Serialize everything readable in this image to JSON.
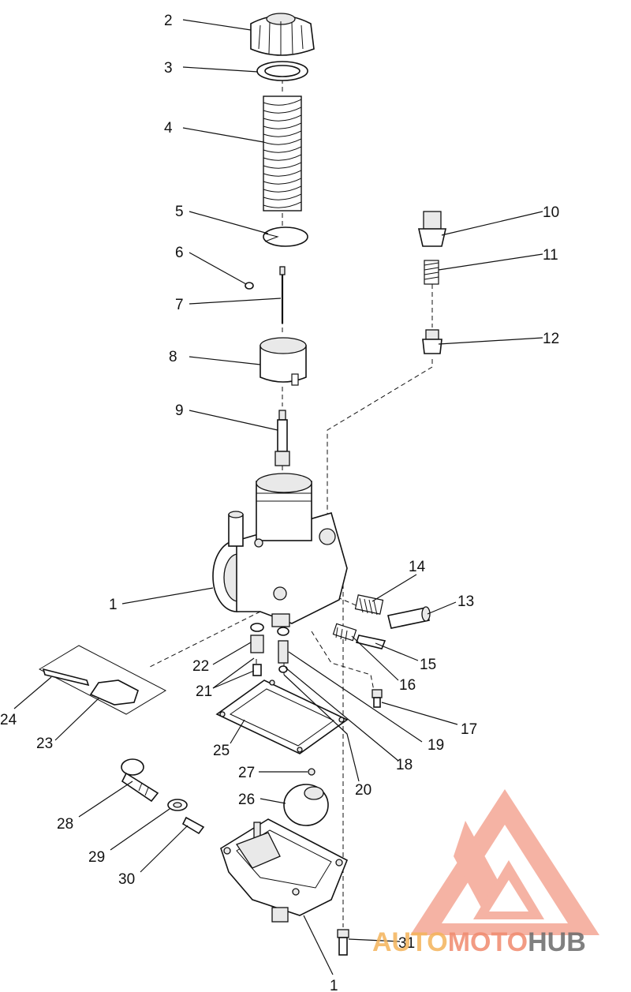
{
  "diagram": {
    "callouts": [
      {
        "id": "2",
        "text": "2"
      },
      {
        "id": "3",
        "text": "3"
      },
      {
        "id": "4",
        "text": "4"
      },
      {
        "id": "5",
        "text": "5"
      },
      {
        "id": "6",
        "text": "6"
      },
      {
        "id": "7",
        "text": "7"
      },
      {
        "id": "8",
        "text": "8"
      },
      {
        "id": "9",
        "text": "9"
      },
      {
        "id": "10",
        "text": "10"
      },
      {
        "id": "11",
        "text": "11"
      },
      {
        "id": "12",
        "text": "12"
      },
      {
        "id": "1a",
        "text": "1"
      },
      {
        "id": "14",
        "text": "14"
      },
      {
        "id": "13",
        "text": "13"
      },
      {
        "id": "15",
        "text": "15"
      },
      {
        "id": "16",
        "text": "16"
      },
      {
        "id": "22",
        "text": "22"
      },
      {
        "id": "21",
        "text": "21"
      },
      {
        "id": "17",
        "text": "17"
      },
      {
        "id": "24",
        "text": "24"
      },
      {
        "id": "23",
        "text": "23"
      },
      {
        "id": "25",
        "text": "25"
      },
      {
        "id": "19",
        "text": "19"
      },
      {
        "id": "18",
        "text": "18"
      },
      {
        "id": "27",
        "text": "27"
      },
      {
        "id": "20",
        "text": "20"
      },
      {
        "id": "26",
        "text": "26"
      },
      {
        "id": "28",
        "text": "28"
      },
      {
        "id": "29",
        "text": "29"
      },
      {
        "id": "30",
        "text": "30"
      },
      {
        "id": "31",
        "text": "31"
      },
      {
        "id": "1b",
        "text": "1"
      }
    ]
  },
  "watermark": {
    "part1": "AUTO",
    "part2": "MOTO",
    "part3": "HUB",
    "colors": {
      "primary": "#f08a6e",
      "accent": "#f4b35a",
      "dark": "#6b6b6b"
    }
  }
}
